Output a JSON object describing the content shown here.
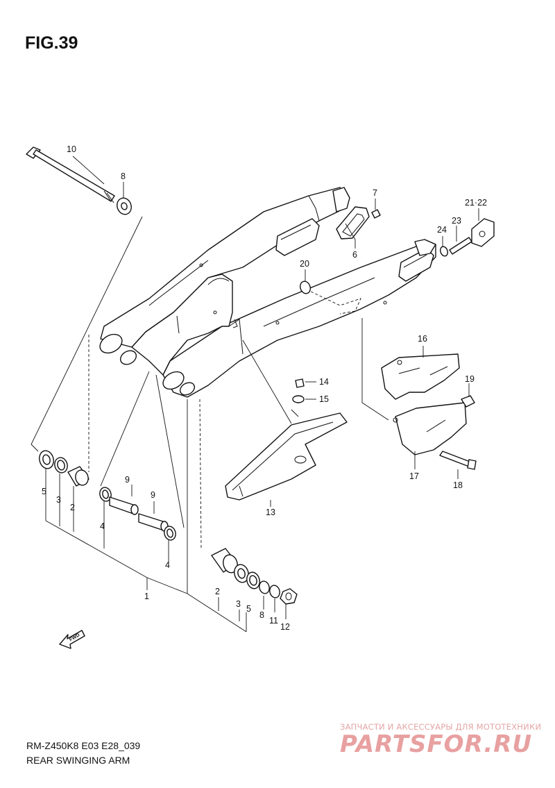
{
  "figure": {
    "title": "FIG.39",
    "model_code": "RM-Z450K8 E03 E28_039",
    "name": "REAR SWINGING ARM"
  },
  "callouts": [
    {
      "id": "c10",
      "text": "10"
    },
    {
      "id": "c8a",
      "text": "8"
    },
    {
      "id": "c7",
      "text": "7"
    },
    {
      "id": "c6",
      "text": "6"
    },
    {
      "id": "c2122",
      "text": "21·22"
    },
    {
      "id": "c23",
      "text": "23"
    },
    {
      "id": "c24",
      "text": "24"
    },
    {
      "id": "c20",
      "text": "20"
    },
    {
      "id": "c16",
      "text": "16"
    },
    {
      "id": "c19",
      "text": "19"
    },
    {
      "id": "c14",
      "text": "14"
    },
    {
      "id": "c15",
      "text": "15"
    },
    {
      "id": "c17",
      "text": "17"
    },
    {
      "id": "c18",
      "text": "18"
    },
    {
      "id": "c13",
      "text": "13"
    },
    {
      "id": "c5a",
      "text": "5"
    },
    {
      "id": "c3a",
      "text": "3"
    },
    {
      "id": "c2a",
      "text": "2"
    },
    {
      "id": "c9a",
      "text": "9"
    },
    {
      "id": "c9b",
      "text": "9"
    },
    {
      "id": "c4a",
      "text": "4"
    },
    {
      "id": "c4b",
      "text": "4"
    },
    {
      "id": "c1",
      "text": "1"
    },
    {
      "id": "c2b",
      "text": "2"
    },
    {
      "id": "c3b",
      "text": "3"
    },
    {
      "id": "c5b",
      "text": "5"
    },
    {
      "id": "c8b",
      "text": "8"
    },
    {
      "id": "c11",
      "text": "11"
    },
    {
      "id": "c12",
      "text": "12"
    }
  ],
  "fwd_label": "FWD",
  "watermark": {
    "tagline": "ЗАПЧАСТИ И АКСЕССУАРЫ ДЛЯ МОТОТЕХНИКИ",
    "brand": "PARTSFOR.RU",
    "color": "#e8a0a0"
  }
}
